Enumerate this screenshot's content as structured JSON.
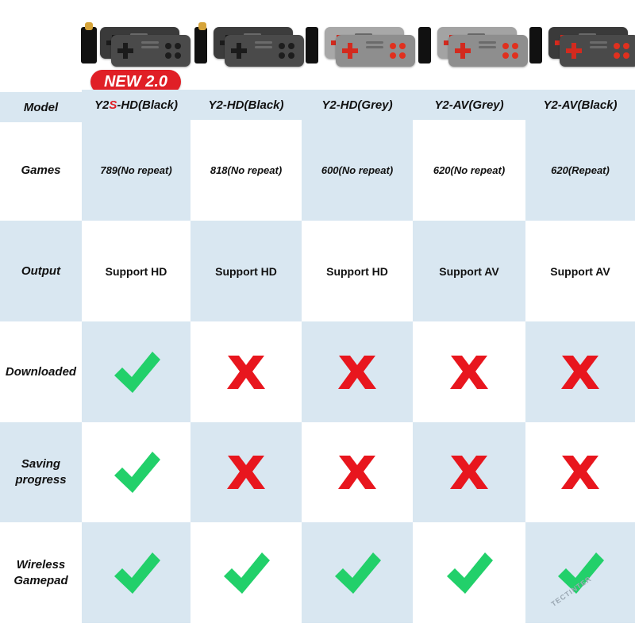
{
  "badge": {
    "label": "NEW 2.0"
  },
  "header": {
    "model_label": "Model",
    "columns": [
      {
        "prefix": "Y2",
        "accent": "S",
        "suffix": "-HD(Black)"
      },
      {
        "prefix": "Y2-HD(Black)",
        "accent": "",
        "suffix": ""
      },
      {
        "prefix": "Y2-HD(Grey)",
        "accent": "",
        "suffix": ""
      },
      {
        "prefix": "Y2-AV(Grey)",
        "accent": "",
        "suffix": ""
      },
      {
        "prefix": "Y2-AV(Black)",
        "accent": "",
        "suffix": ""
      }
    ]
  },
  "rows": [
    {
      "label": [
        "Games"
      ],
      "kind": "text-italic",
      "values": [
        "789(No repeat)",
        "818(No repeat)",
        "600(No repeat)",
        "620(No repeat)",
        "620(Repeat)"
      ]
    },
    {
      "label": [
        "Output"
      ],
      "kind": "text-plain",
      "values": [
        "Support HD",
        "Support HD",
        "Support HD",
        "Support AV",
        "Support AV"
      ]
    },
    {
      "label": [
        "Downloaded"
      ],
      "kind": "mark",
      "values": [
        "check",
        "cross",
        "cross",
        "cross",
        "cross"
      ]
    },
    {
      "label": [
        "Saving",
        "progress"
      ],
      "kind": "mark",
      "values": [
        "check",
        "cross",
        "cross",
        "cross",
        "cross"
      ]
    },
    {
      "label": [
        "Wireless",
        "Gamepad"
      ],
      "kind": "mark",
      "values": [
        "check",
        "check",
        "check",
        "check",
        "check"
      ]
    }
  ],
  "colors": {
    "row_blue": "#d9e7f1",
    "check_green": "#22d06a",
    "cross_red": "#e8161e",
    "accent_red": "#e01f26"
  },
  "products": [
    {
      "stick": "black",
      "pad": "#3a3a3a",
      "buttons": "#1d1d1d",
      "bg": "#4a4a4a"
    },
    {
      "stick": "black",
      "pad": "#3c3c3c",
      "buttons": "#1d1d1d",
      "bg": "#4a4a4a"
    },
    {
      "stick": "black",
      "pad": "#a8a8a8",
      "buttons": "#e0301e",
      "bg": "#8e8e8e"
    },
    {
      "stick": "black",
      "pad": "#a3a3a3",
      "buttons": "#e0301e",
      "bg": "#8e8e8e"
    },
    {
      "stick": "black",
      "pad": "#3a3a3a",
      "buttons": "#e0301e",
      "bg": "#4a4a4a"
    }
  ],
  "watermark": "TECTINTER"
}
